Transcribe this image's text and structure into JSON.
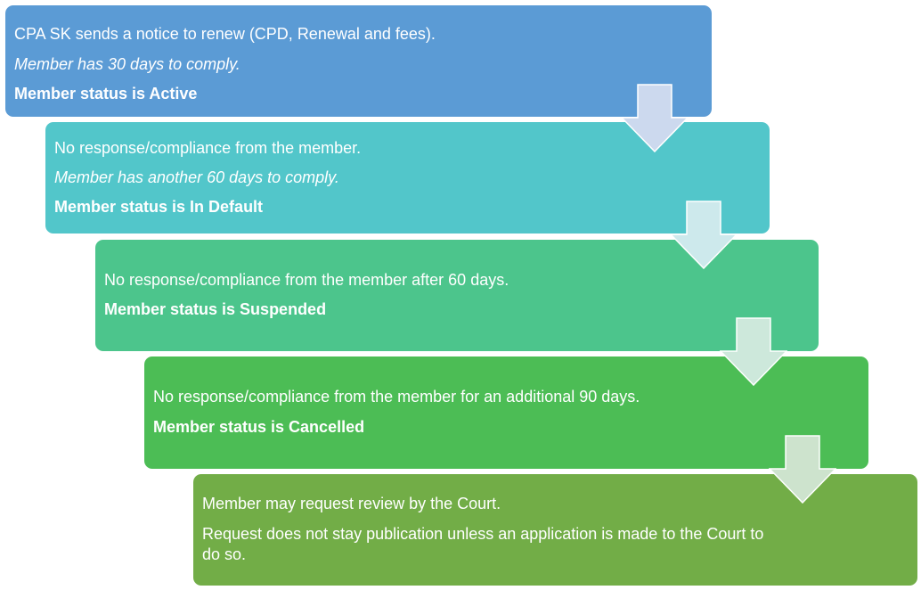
{
  "steps": [
    {
      "color": "#5b9bd5",
      "lines": [
        "CPA SK sends a notice to renew (CPD, Renewal and fees).",
        "Member has 30 days to comply.",
        "Member status is Active"
      ]
    },
    {
      "color": "#52c6ca",
      "lines": [
        "No response/compliance from the member.",
        "Member has another 60 days to comply.",
        "Member status is In Default"
      ]
    },
    {
      "color": "#4cc58c",
      "lines": [
        "No response/compliance from the member after 60 days.",
        "Member status is Suspended"
      ]
    },
    {
      "color": "#4cbd55",
      "lines": [
        "No response/compliance from the member for an additional 90 days.",
        "Member status is Cancelled"
      ]
    },
    {
      "color": "#72ad47",
      "lines": [
        "Member may request review by the Court.",
        "Request does not stay publication unless an application is made to the Court to do so."
      ]
    }
  ],
  "arrows": [
    {
      "fill": "#ccd9ee",
      "stroke": "#ffffff",
      "icon": "chevron-down-arrow"
    },
    {
      "fill": "#cde9ec",
      "stroke": "#ffffff",
      "icon": "chevron-down-arrow"
    },
    {
      "fill": "#cde8db",
      "stroke": "#ffffff",
      "icon": "chevron-down-arrow"
    },
    {
      "fill": "#cde3cd",
      "stroke": "#ffffff",
      "icon": "chevron-down-arrow"
    }
  ]
}
